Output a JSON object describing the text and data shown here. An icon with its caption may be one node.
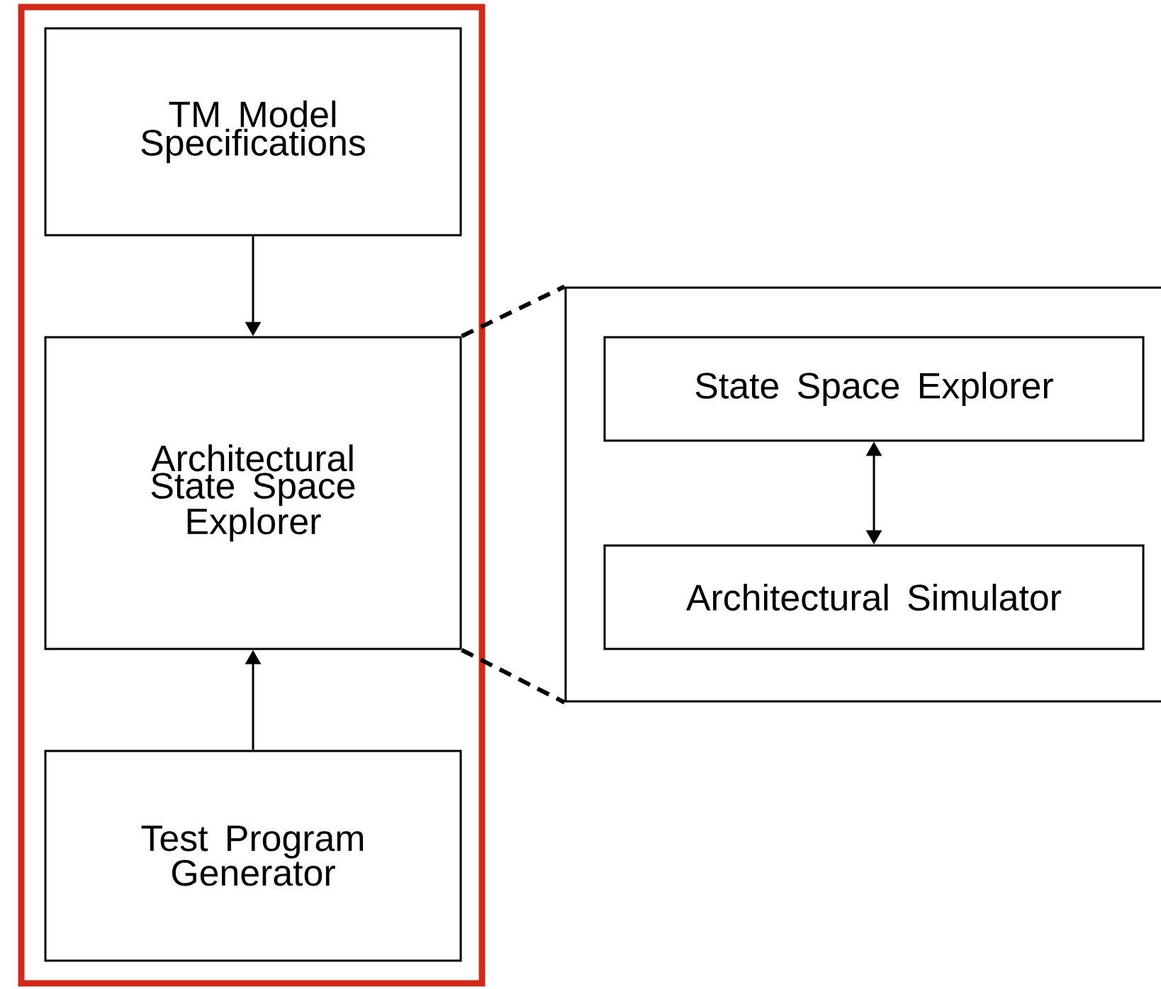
{
  "diagram": {
    "nodes": [
      {
        "text": [],
        "shape": "box"
      },
      {
        "text": [
          "TM Model Specifications"
        ],
        "in": 0
      },
      {
        "text": [
          "Architectural State Space Explorer"
        ],
        "in": 0
      },
      {
        "text": [
          "Test Program Generator"
        ],
        "in": 0
      },
      {
        "text": [],
        "shape": "box"
      },
      {
        "text": [
          "State Space Explorer"
        ],
        "in": 4
      },
      {
        "text": [
          "Architectural Simulator"
        ],
        "in": 4
      }
    ],
    "edges": [
      {
        "from": 1,
        "to": 2,
        "arrow": "to"
      },
      {
        "from": 3,
        "to": 2,
        "arrow": "to"
      },
      {
        "from": 5,
        "to": 6,
        "arrow": "both"
      },
      {
        "from": 2,
        "to": 4,
        "arrow": "none",
        "style": "dashed"
      },
      {
        "from": 2,
        "to": 4,
        "arrow": "none",
        "style": "dashed"
      }
    ]
  }
}
